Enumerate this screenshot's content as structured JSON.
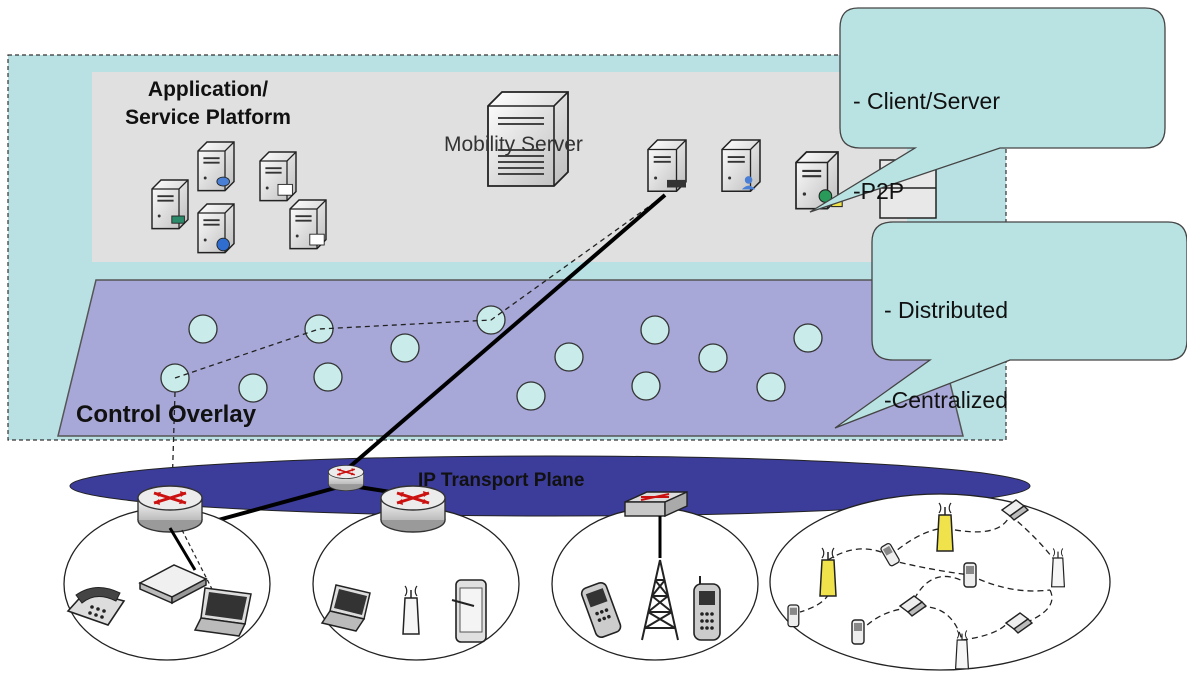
{
  "app_platform": {
    "label_line1": "Application/",
    "label_line2": "Service Platform"
  },
  "mobility_server": {
    "label": "Mobility Server"
  },
  "control_overlay": {
    "label": "Control Overlay"
  },
  "transport_plane": {
    "label": "IP Transport Plane"
  },
  "callout_server_models": {
    "line1": "- Client/Server",
    "line2": "-P2P"
  },
  "callout_control_models": {
    "line1": "- Distributed",
    "line2": "-Centralized"
  },
  "colors": {
    "platform_fill": "#b9e1e3",
    "service_area_fill": "#e0e0e0",
    "overlay_fill": "#a7a7d8",
    "transport_fill": "#3c3c9a",
    "node_fill": "#c9ecea",
    "callout_fill": "#b9e3e3",
    "ap_yellow": "#f0e24a"
  },
  "icons": {
    "servers": [
      "database-server-icon",
      "mail-server-icon",
      "file-server-icon",
      "globe-server-icon",
      "print-server-icon",
      "mobility-server-icon",
      "directory-server-icon",
      "user-server-icon",
      "web-server-icon",
      "server-rack-icon"
    ],
    "routers": [
      "router-icon",
      "small-router-icon",
      "router-icon"
    ],
    "switch": "switch-icon",
    "devices": [
      "phone-icon",
      "modem-icon",
      "laptop-icon",
      "laptop-icon",
      "access-point-icon",
      "pda-icon",
      "mobile-phone-icon",
      "cell-tower-icon",
      "mobile-phone-icon"
    ]
  }
}
